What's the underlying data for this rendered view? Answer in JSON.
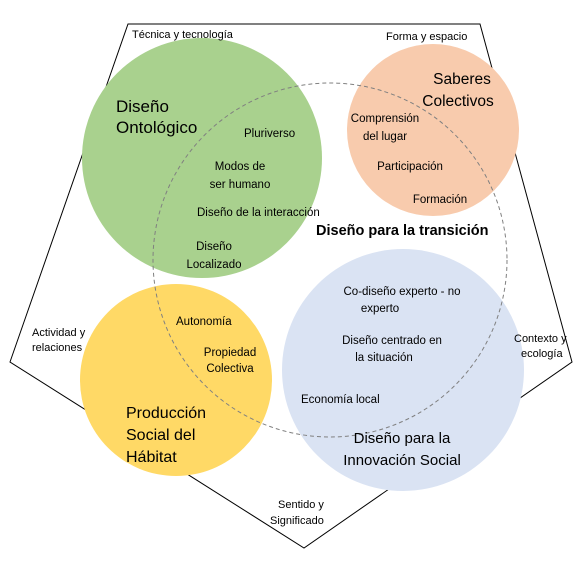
{
  "colors": {
    "green": "#a9d18e",
    "peach": "#f8cbad",
    "yellow": "#ffd966",
    "blue": "#dae3f3",
    "outline": "#000000",
    "dashed": "#808080",
    "text": "#000000"
  },
  "center_title": "Diseño para la transición",
  "pentagon_labels": {
    "top_left": "Técnica y tecnología",
    "top_right": "Forma y espacio",
    "left_line1": "Actividad y",
    "left_line2": "relaciones",
    "right_line1": "Contexto y",
    "right_line2": "ecología",
    "bottom_line1": "Sentido y",
    "bottom_line2": "Significado"
  },
  "circles": {
    "ontologico": {
      "title_line1": "Diseño",
      "title_line2": "Ontológico",
      "item1": "Pluriverso",
      "item2_line1": "Modos de",
      "item2_line2": "ser humano",
      "item3": "Diseño de la interacción",
      "item4_line1": "Diseño",
      "item4_line2": "Localizado"
    },
    "saberes": {
      "title_line1": "Saberes",
      "title_line2": "Colectivos",
      "item1_line1": "Comprensión",
      "item1_line2": "del lugar",
      "item2": "Participación",
      "item3": "Formación"
    },
    "produccion": {
      "title_line1": "Producción",
      "title_line2": "Social del",
      "title_line3": "Hábitat",
      "item1": "Autonomía",
      "item2_line1": "Propiedad",
      "item2_line2": "Colectiva"
    },
    "innovacion": {
      "title_line1": "Diseño para la",
      "title_line2": "Innovación Social",
      "item1_line1": "Co-diseño experto - no",
      "item1_line2": "experto",
      "item2_line1": "Diseño centrado en",
      "item2_line2": "la situación",
      "item3": "Economía local"
    }
  }
}
